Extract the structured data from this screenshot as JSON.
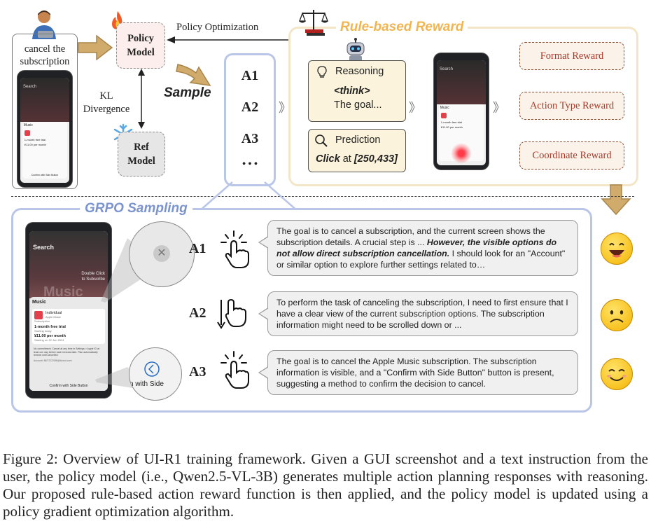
{
  "user": {
    "instruction_line1": "cancel the",
    "instruction_line2": "subscription"
  },
  "policy_model": {
    "line1": "Policy",
    "line2": "Model"
  },
  "ref_model": {
    "line1": "Ref",
    "line2": "Model"
  },
  "kl": {
    "line1": "KL",
    "line2": "Divergence"
  },
  "labels": {
    "policy_optimization": "Policy Optimization",
    "sample": "Sample",
    "rule_based_reward": "Rule-based Reward",
    "grpo_sampling": "GRPO Sampling"
  },
  "actions": [
    "A1",
    "A2",
    "A3",
    "• • •"
  ],
  "reasoning": {
    "title": "Reasoning",
    "think": "<think>",
    "text": "The goal..."
  },
  "prediction": {
    "title": "Prediction",
    "click": "Click",
    "at": "at",
    "coords": "[250,433]"
  },
  "rewards": [
    "Format Reward",
    "Action Type Reward",
    "Coordinate  Reward"
  ],
  "phone_small": {
    "search": "Search",
    "music": "Music",
    "plan": "1-month free trial",
    "price": "¥11.00 per month",
    "confirm": "Confirm with Side Button"
  },
  "phone_large": {
    "search": "Search",
    "double_click": "Double Click",
    "to_subscribe": "to Subscribe",
    "music_bg": "Music",
    "music_header": "Music",
    "plan_name": "Individual",
    "plan_sub": "Apple Music",
    "plan_sub2": "Subscription",
    "trial": "1-month free trial",
    "trial_sub": "Starting today",
    "price": "¥11.00 per month",
    "price_sub": "Starting on 22 Jun 2024",
    "note": "No commitment. Cancel at any time in Settings > Apple ID at least one day before each renewal date. Plan automatically renews until cancelled.",
    "account": "Account: 86/T2C2S98@icloud.com",
    "confirm": "Confirm with Side Button",
    "zoom_text": "n with Side"
  },
  "responses": [
    {
      "label": "A1",
      "pre": "The goal is to cancel a subscription, and the current screen shows the subscription details.  A crucial step is ... ",
      "emph": "However, the visible options do not allow direct subscription cancellation.",
      "post": " I should look for an \"Account\" or similar option to explore further settings related to…"
    },
    {
      "label": "A2",
      "pre": "To perform the task of canceling the subscription, I need to first ensure that I have a clear view of the current subscription options. The subscription information might need to be scrolled down or ...",
      "emph": "",
      "post": ""
    },
    {
      "label": "A3",
      "pre": "The goal is to cancel the Apple Music subscription. The subscription information is visible, and a \"Confirm with Side Button\"  button is present, suggesting a method to confirm the decision to cancel.",
      "emph": "",
      "post": ""
    }
  ],
  "emotions": [
    "laughing-face",
    "sad-face",
    "smiling-face"
  ],
  "caption": "Figure 2: Overview of UI-R1 training framework.  Given a GUI screenshot and a text instruction from the user, the policy model (i.e., Qwen2.5-VL-3B) generates multiple action planning responses with reasoning. Our proposed rule-based action reward function is then applied, and the policy model is updated using a policy gradient optimization algorithm.",
  "colors": {
    "accent_blue": "#7b93cf",
    "reward_yellow": "#f0b550",
    "reward_border": "#f3e6c8",
    "arrow_tan": "#c9a46a",
    "reward_text": "#a83a2a"
  }
}
